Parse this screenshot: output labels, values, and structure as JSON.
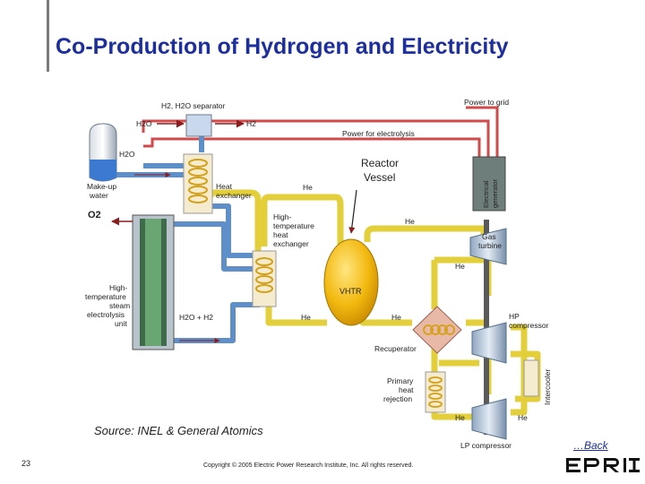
{
  "slide": {
    "title": "Co-Production of Hydrogen and Electricity",
    "slide_number": "23",
    "copyright": "Copyright © 2005 Electric Power Research Institute, Inc. All rights reserved.",
    "back_link": "…Back",
    "logo_text": "EPRI"
  },
  "diagram": {
    "labels": {
      "separator": "H2, H2O separator",
      "h2o_in": "H2O",
      "h2_out": "H2",
      "power_to_grid": "Power to grid",
      "power_for_electrolysis": "Power for electrolysis",
      "h2o_makeup": "H2O",
      "makeup_water_1": "Make-up",
      "makeup_water_2": "water",
      "heat_exchanger_1": "Heat",
      "heat_exchanger_2": "exchanger",
      "he_top": "He",
      "reactor_vessel_1": "Reactor",
      "reactor_vessel_2": "Vessel",
      "electrical_generator_1": "Electrical",
      "electrical_generator_2": "generator",
      "o2": "O2",
      "ht_hx_1": "High-",
      "ht_hx_2": "temperature",
      "ht_hx_3": "heat",
      "ht_hx_4": "exchanger",
      "he_mid": "He",
      "gas_turbine_1": "Gas",
      "gas_turbine_2": "turbine",
      "he_right": "He",
      "vhtr": "VHTR",
      "electrolysis_1": "High-",
      "electrolysis_2": "temperature",
      "electrolysis_3": "steam",
      "electrolysis_4": "electrolysis",
      "electrolysis_5": "unit",
      "h2o_h2": "H2O + H2",
      "he_low": "He",
      "he_recup": "He",
      "hp_compressor_1": "HP",
      "hp_compressor_2": "compressor",
      "recuperator": "Recuperator",
      "intercooler": "Intercooler",
      "primary_heat_1": "Primary",
      "primary_heat_2": "heat",
      "primary_heat_3": "rejection",
      "he_bottom_left": "He",
      "he_bottom_right": "He",
      "lp_compressor": "LP compressor",
      "source": "Source: INEL & General Atomics"
    }
  }
}
